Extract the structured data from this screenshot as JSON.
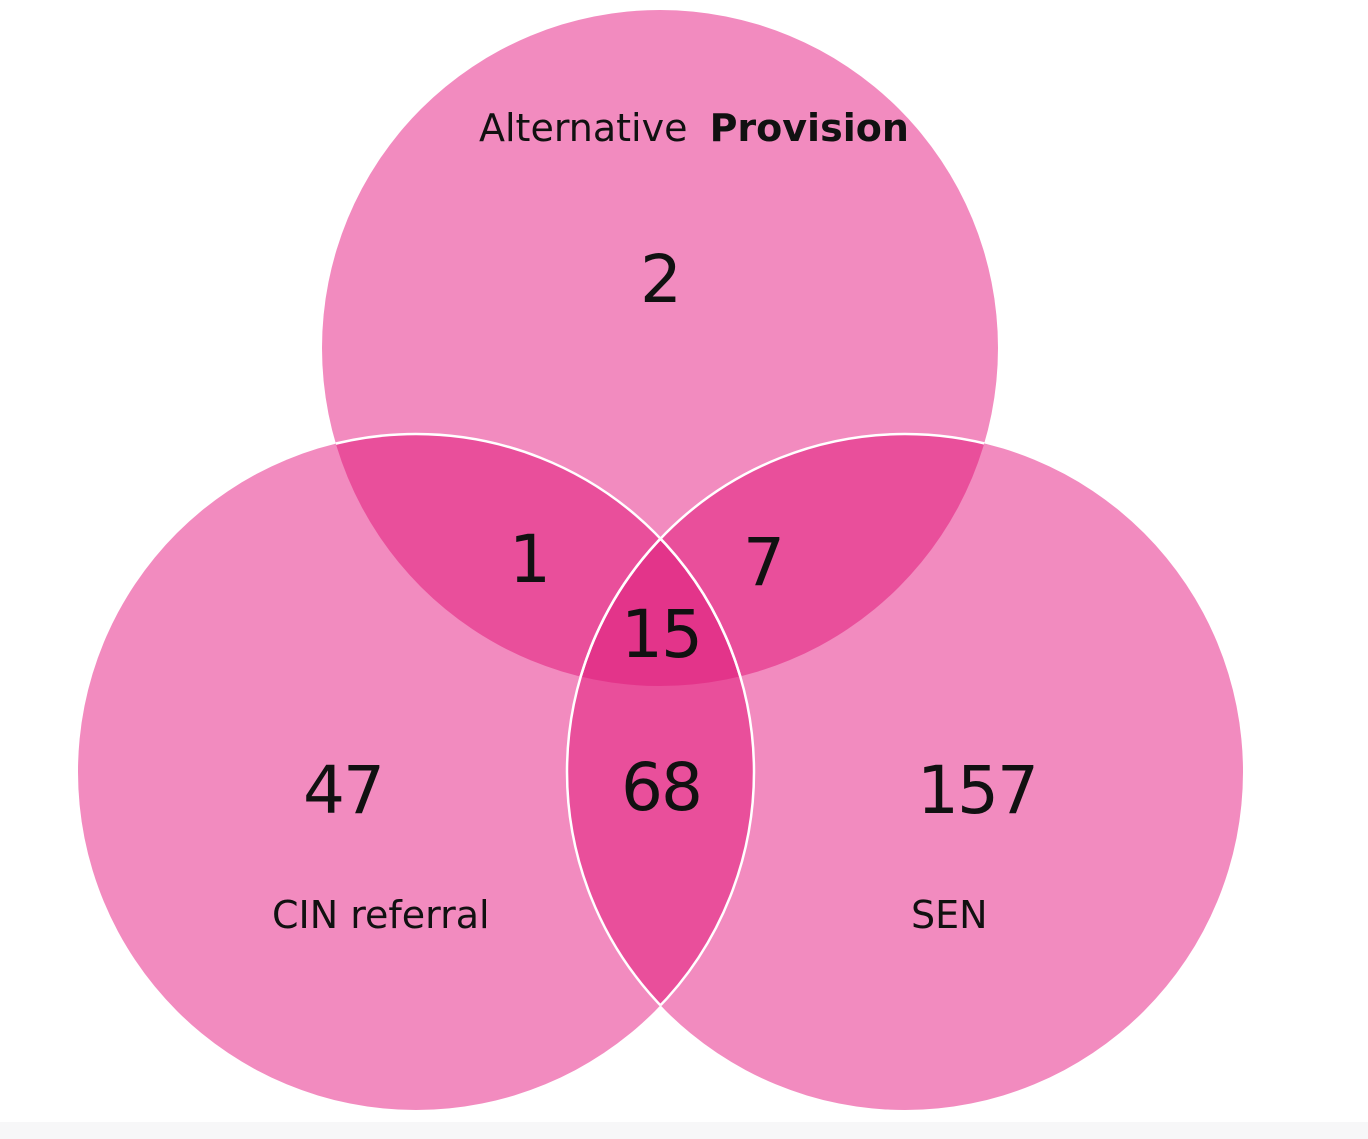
{
  "sets": {
    "alternative_provision": {
      "label_part1": "Alternative",
      "label_part2": "Provision",
      "only": "2"
    },
    "cin_referral": {
      "label": "CIN referral",
      "only": "47"
    },
    "sen": {
      "label": "SEN",
      "only": "157"
    }
  },
  "intersections": {
    "ap_cin": "1",
    "ap_sen": "7",
    "cin_sen": "68",
    "all": "15"
  },
  "colors": {
    "circle_fill": "#f28bbf",
    "pair_overlap": "#e94f9b",
    "triple_overlap": "#e3348a",
    "outline": "#ffffff"
  }
}
